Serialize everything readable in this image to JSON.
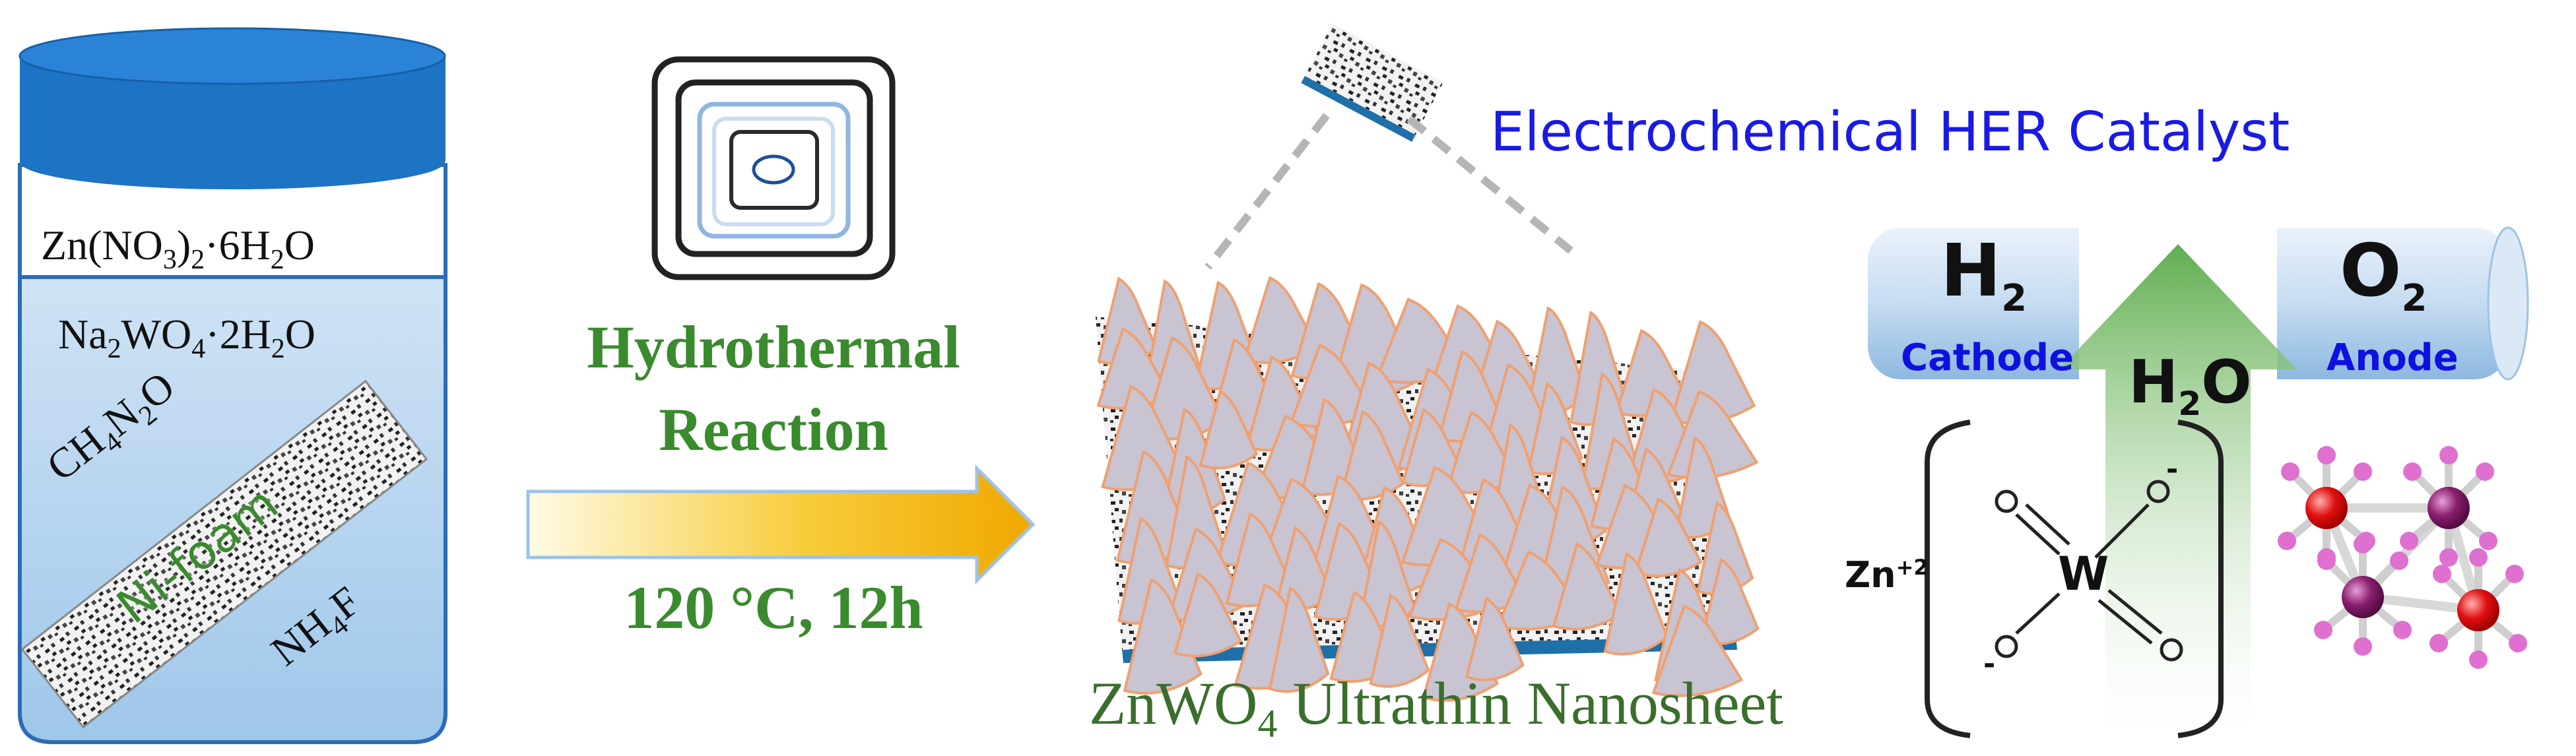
{
  "beaker": {
    "reagents": [
      "Zn(NO3)2·6H2O",
      "Na2WO4·2H2O",
      "CH4N2O",
      "NH4F"
    ],
    "substrate_label": "Ni-foam"
  },
  "process": {
    "line1": "Hydrothermal",
    "line2": "Reaction",
    "conditions": "120 °C, 12h"
  },
  "product": {
    "name_prefix": "ZnWO",
    "name_sub": "4",
    "name_suffix": " Ultrathin Nanosheet"
  },
  "application": {
    "title": "Electrochemical HER Catalyst",
    "cathode_species": "H",
    "cathode_sub": "2",
    "cathode_label": "Cathode",
    "anode_species": "O",
    "anode_sub": "2",
    "anode_label": "Anode",
    "water_h": "H",
    "water_sub": "2",
    "water_o": "O"
  },
  "structure": {
    "cation": "Zn",
    "cation_charge": "+2",
    "center_atom": "W",
    "oxygen": "O",
    "charge_minus": "-"
  },
  "colors": {
    "lid": "#1d73c4",
    "liquid": "#a6ccec",
    "process_green": "#3a8a2e",
    "title_blue": "#1a1ae6",
    "arrow_gold": "#f2b50c",
    "sheet_fill": "#c8c4d2",
    "sheet_edge": "#f0a070",
    "o_atom": "#e01010",
    "w_atom": "#8a1e6e",
    "h_atom": "#e070d0"
  }
}
